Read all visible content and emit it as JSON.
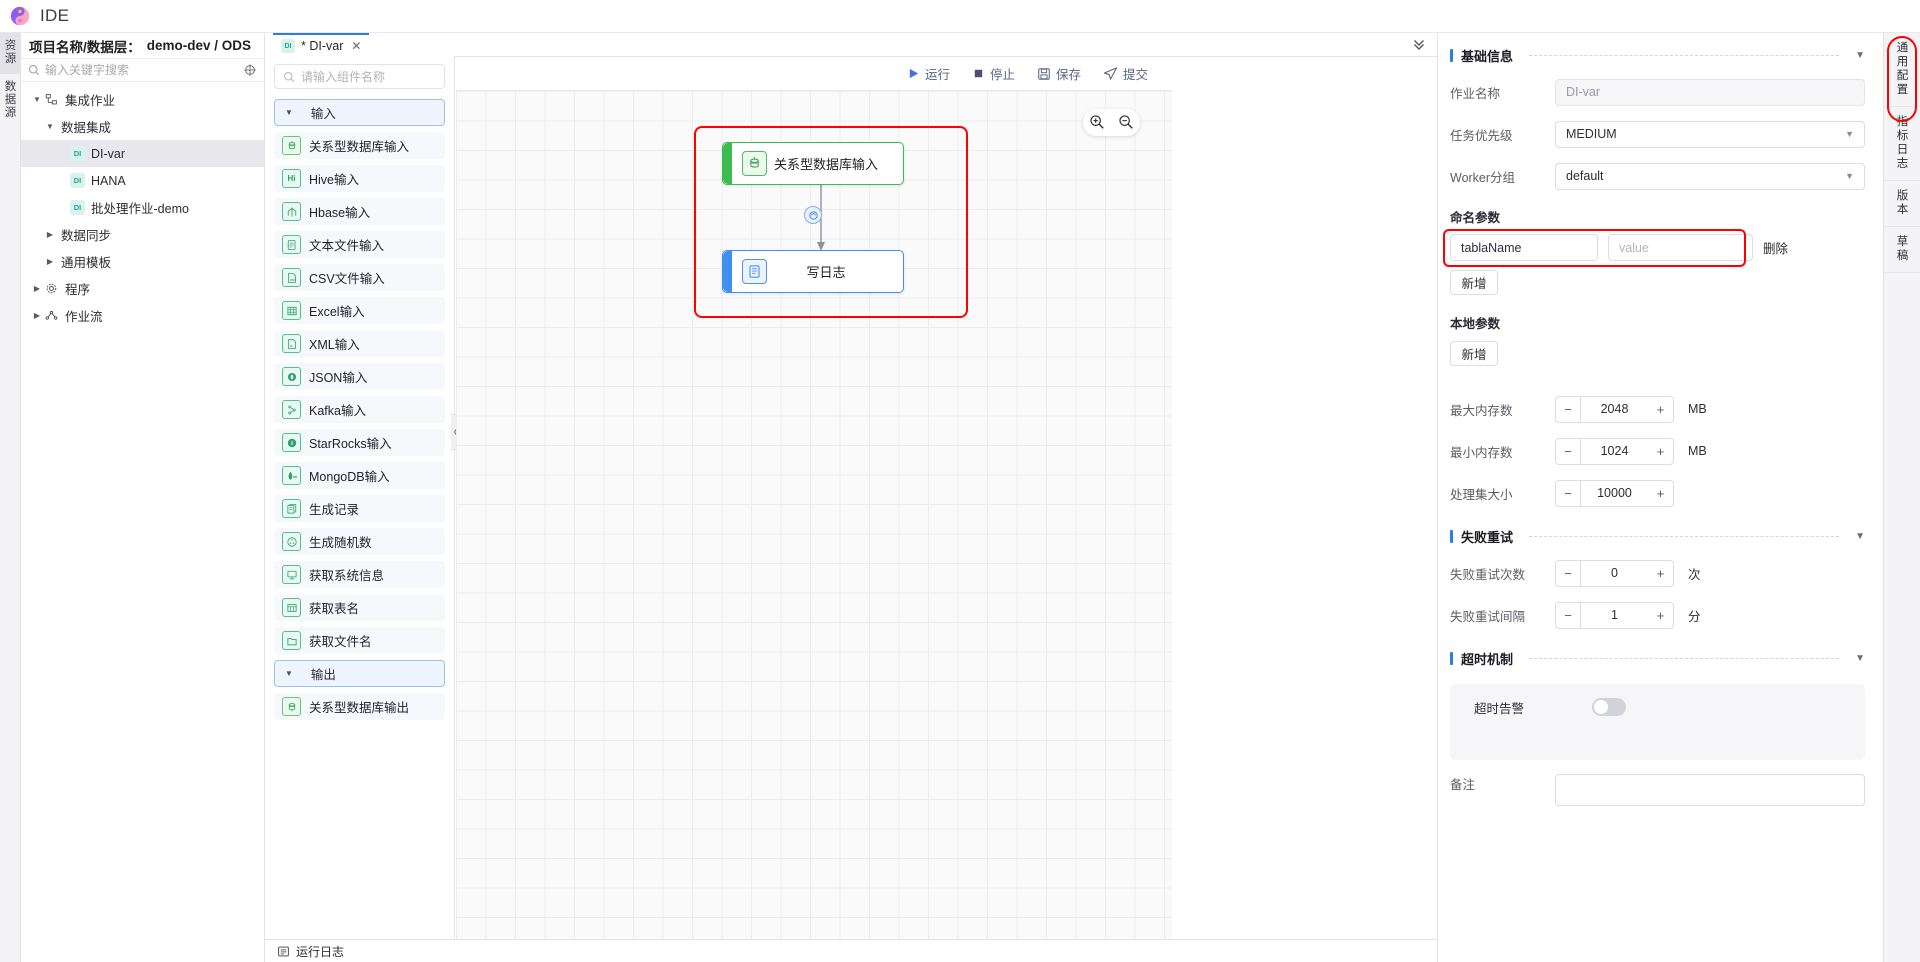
{
  "app": {
    "title": "IDE",
    "logo_icon": "app-logo-icon"
  },
  "rail": [
    {
      "label": "资源",
      "active": true
    },
    {
      "label": "数据源",
      "active": false
    }
  ],
  "explorer": {
    "header_prefix": "项目名称/数据层：",
    "header_project": "demo-dev / ODS",
    "search_placeholder": "输入关键字搜索",
    "search_value": "",
    "target_icon": "crosshair-icon",
    "tree": [
      {
        "label": "集成作业",
        "depth": 0,
        "caret": "down",
        "icon": "sitemap-icon",
        "selected": false
      },
      {
        "label": "数据集成",
        "depth": 1,
        "caret": "down",
        "icon": "none",
        "selected": false
      },
      {
        "label": "DI-var",
        "depth": 2,
        "caret": "none",
        "icon": "di-badge",
        "selected": true
      },
      {
        "label": "HANA",
        "depth": 2,
        "caret": "none",
        "icon": "di-badge",
        "selected": false
      },
      {
        "label": "批处理作业-demo",
        "depth": 2,
        "caret": "none",
        "icon": "di-badge",
        "selected": false
      },
      {
        "label": "数据同步",
        "depth": 1,
        "caret": "right",
        "icon": "none",
        "selected": false
      },
      {
        "label": "通用模板",
        "depth": 1,
        "caret": "right",
        "icon": "none",
        "selected": false
      },
      {
        "label": "程序",
        "depth": 0,
        "caret": "right",
        "icon": "gear-icon",
        "selected": false
      },
      {
        "label": "作业流",
        "depth": 0,
        "caret": "right",
        "icon": "flow-icon",
        "selected": false
      }
    ]
  },
  "tabs": {
    "items": [
      {
        "badge": "DI",
        "label": "* DI-var",
        "close_icon": "close-icon",
        "active": true
      }
    ],
    "more_icon": "chevron-double-down-icon"
  },
  "palette": {
    "search_placeholder": "请输入组件名称",
    "search_value": "",
    "groups": [
      {
        "label": "输入",
        "expanded": true,
        "items": [
          {
            "label": "关系型数据库输入",
            "icon": "database-input-icon"
          },
          {
            "label": "Hive输入",
            "icon": "hive-icon"
          },
          {
            "label": "Hbase输入",
            "icon": "hbase-icon"
          },
          {
            "label": "文本文件输入",
            "icon": "text-file-icon"
          },
          {
            "label": "CSV文件输入",
            "icon": "csv-file-icon"
          },
          {
            "label": "Excel输入",
            "icon": "excel-icon"
          },
          {
            "label": "XML输入",
            "icon": "xml-file-icon"
          },
          {
            "label": "JSON输入",
            "icon": "json-icon"
          },
          {
            "label": "Kafka输入",
            "icon": "kafka-icon"
          },
          {
            "label": "StarRocks输入",
            "icon": "starrocks-icon"
          },
          {
            "label": "MongoDB输入",
            "icon": "mongodb-icon"
          },
          {
            "label": "生成记录",
            "icon": "generate-record-icon"
          },
          {
            "label": "生成随机数",
            "icon": "random-number-icon"
          },
          {
            "label": "获取系统信息",
            "icon": "system-info-icon"
          },
          {
            "label": "获取表名",
            "icon": "table-name-icon"
          },
          {
            "label": "获取文件名",
            "icon": "file-name-icon"
          }
        ]
      },
      {
        "label": "输出",
        "expanded": true,
        "items": [
          {
            "label": "关系型数据库输出",
            "icon": "database-output-icon"
          }
        ]
      }
    ],
    "collapse_icon": "chevron-left-icon"
  },
  "editor_toolbar": [
    {
      "label": "运行",
      "icon": "play-icon"
    },
    {
      "label": "停止",
      "icon": "stop-icon"
    },
    {
      "label": "保存",
      "icon": "save-icon"
    },
    {
      "label": "提交",
      "icon": "submit-icon"
    }
  ],
  "canvas": {
    "zoom_in_icon": "zoom-in-icon",
    "zoom_out_icon": "zoom-out-icon",
    "nodes": [
      {
        "label": "关系型数据库输入",
        "icon": "database-input-icon",
        "color": "#3cbb4e"
      },
      {
        "label": "写日志",
        "icon": "write-log-icon",
        "color": "#3f90f0"
      }
    ],
    "edge_badge_icon": "link-node-icon",
    "highlight_color": "#ff0000"
  },
  "statusbar": {
    "label": "运行日志",
    "icon": "log-icon"
  },
  "props": {
    "sections": [
      {
        "key": "basic",
        "title": "基础信息",
        "chevron": "chevron-down-icon"
      },
      {
        "key": "retry",
        "title": "失败重试",
        "chevron": "chevron-down-icon"
      },
      {
        "key": "timeout",
        "title": "超时机制",
        "chevron": "chevron-down-icon"
      }
    ],
    "job_name": {
      "label": "作业名称",
      "value": "DI-var",
      "disabled": true
    },
    "priority": {
      "label": "任务优先级",
      "value": "MEDIUM",
      "chevron": "chevron-down-icon"
    },
    "worker_group": {
      "label": "Worker分组",
      "value": "default",
      "chevron": "chevron-down-icon"
    },
    "named_params": {
      "label": "命名参数",
      "rows": [
        {
          "key": "tablaName",
          "value_placeholder": "value",
          "delete_label": "删除"
        }
      ],
      "add_label": "新增",
      "highlight_color": "#ff0000"
    },
    "local_params": {
      "label": "本地参数",
      "add_label": "新增"
    },
    "max_memory": {
      "label": "最大内存数",
      "value": "2048",
      "unit": "MB"
    },
    "min_memory": {
      "label": "最小内存数",
      "value": "1024",
      "unit": "MB"
    },
    "batch_size": {
      "label": "处理集大小",
      "value": "10000",
      "unit": ""
    },
    "retry_count": {
      "label": "失败重试次数",
      "value": "0",
      "unit": "次"
    },
    "retry_interval": {
      "label": "失败重试间隔",
      "value": "1",
      "unit": "分"
    },
    "timeout_alert": {
      "label": "超时告警",
      "enabled": false
    },
    "note": {
      "label": "备注",
      "value": ""
    },
    "stepper_minus": "−",
    "stepper_plus": "+"
  },
  "vtabs": [
    {
      "label": "通用配置",
      "active": true,
      "highlighted": true
    },
    {
      "label": "指标日志",
      "active": false,
      "highlighted": false
    },
    {
      "label": "版本",
      "active": false,
      "highlighted": false
    },
    {
      "label": "草稿",
      "active": false,
      "highlighted": false
    }
  ]
}
